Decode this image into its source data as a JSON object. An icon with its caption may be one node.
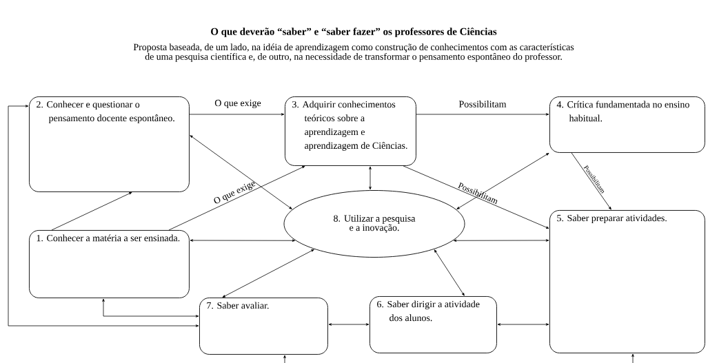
{
  "diagram": {
    "title": "O que deverão “saber” e “saber fazer” os professores de Ciências",
    "caption": "Proposta baseada, de um lado, na idéia de aprendizagem como construção de conhecimentos com as características de uma pesquisa científica e, de outro, na necessidade de transformar o pensamento espontâneo do professor.",
    "nodes": [
      {
        "text": [
          "2. Conhecer e questionar o pensamento docente espontâneo."
        ]
      },
      {
        "text": [
          "3. Adquirir conhecimentos teóricos sobre a aprendizagem e aprendizagem de Ciências."
        ]
      },
      {
        "text": [
          "4. Crítica fundamentada no ensino habitual."
        ]
      },
      {
        "text": [
          "8. Utilizar a pesquisa e a inovação."
        ]
      },
      {
        "text": [
          "1. Conhecer a matéria a ser ensinada."
        ]
      },
      {
        "text": [
          "5. Saber preparar atividades."
        ]
      },
      {
        "text": [
          "7. Saber avaliar."
        ]
      },
      {
        "text": [
          "6. Saber dirigir a atividade dos alunos."
        ]
      }
    ],
    "edges": [
      {
        "from": 0,
        "to": 1,
        "arrow": "to",
        "label": "O que exige"
      },
      {
        "from": 1,
        "to": 2,
        "arrow": "to",
        "label": "Possibilitam"
      },
      {
        "from": 4,
        "to": 0,
        "arrow": "to"
      },
      {
        "from": 4,
        "to": 1,
        "arrow": "to",
        "label": "O que exige"
      },
      {
        "from": 0,
        "to": 3,
        "arrow": "both"
      },
      {
        "from": 1,
        "to": 3,
        "arrow": "both"
      },
      {
        "from": 1,
        "to": 5,
        "arrow": "to",
        "label": "Possibilitam"
      },
      {
        "from": 3,
        "to": 2,
        "arrow": "both"
      },
      {
        "from": 2,
        "to": 5,
        "arrow": "to",
        "label": "Possibilitam"
      },
      {
        "from": 4,
        "to": 3,
        "arrow": "both"
      },
      {
        "from": 3,
        "to": 5,
        "arrow": "both"
      },
      {
        "from": 3,
        "to": 6,
        "arrow": "both"
      },
      {
        "from": 3,
        "to": 7,
        "arrow": "both"
      },
      {
        "from": 6,
        "to": 7,
        "arrow": "both"
      },
      {
        "from": 7,
        "to": 5,
        "arrow": "both"
      },
      {
        "from": 4,
        "to": 6,
        "arrow": "both"
      },
      {
        "from": 6,
        "to": 0,
        "arrow": "both"
      },
      {
        "from": null,
        "to": 6,
        "arrow": "to"
      },
      {
        "from": null,
        "to": 5,
        "arrow": "to"
      }
    ]
  }
}
